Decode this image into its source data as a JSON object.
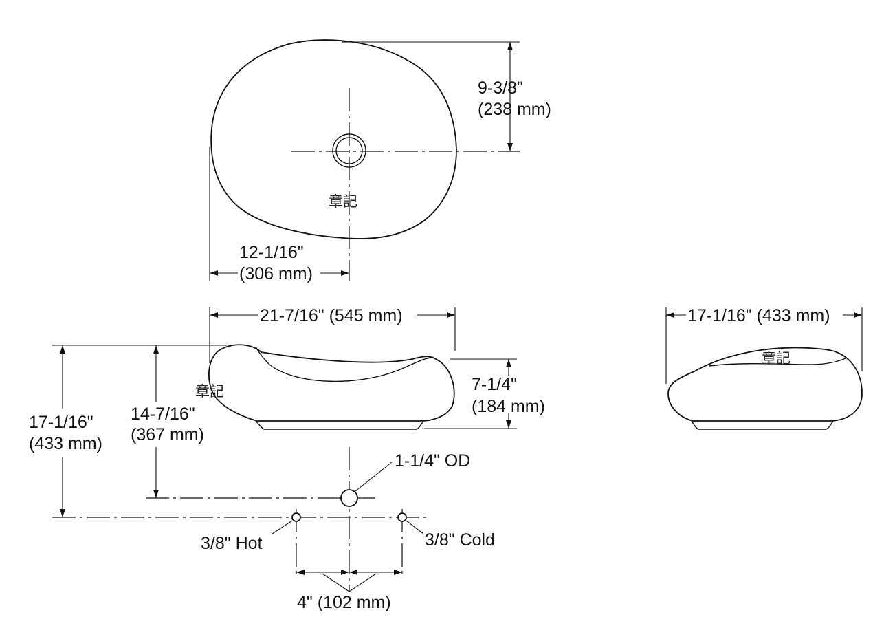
{
  "top_view": {
    "drain_to_back": {
      "imperial": "9-3/8\"",
      "metric": "(238 mm)"
    },
    "drain_to_side": {
      "imperial": "12-1/16\"",
      "metric": "(306 mm)"
    },
    "stamp": "章記"
  },
  "front_view": {
    "overall_width": "21-7/16\" (545 mm)",
    "height": {
      "imperial": "7-1/4\"",
      "metric": "(184 mm)"
    },
    "top_to_drain": {
      "imperial": "14-7/16\"",
      "metric": "(367 mm)"
    },
    "top_to_supply": {
      "imperial": "17-1/16\"",
      "metric": "(433 mm)"
    },
    "drain_label": "1-1/4\" OD",
    "hot_label": "3/8\" Hot",
    "cold_label": "3/8\" Cold",
    "supply_spacing": "4\" (102 mm)",
    "stamp": "章記"
  },
  "side_view": {
    "depth": "17-1/16\" (433 mm)",
    "stamp": "章記"
  }
}
